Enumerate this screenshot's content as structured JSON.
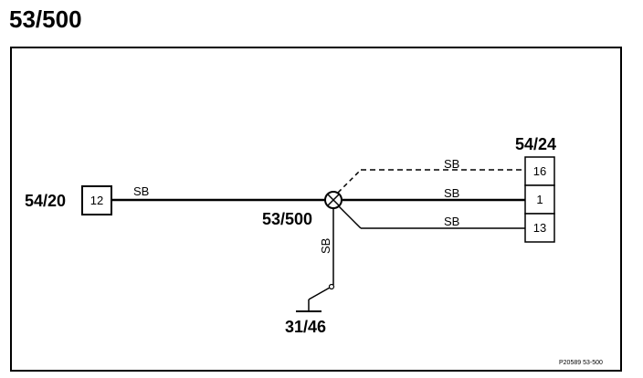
{
  "page": {
    "title": "53/500",
    "footer_ref": "P20589  53-500"
  },
  "colors": {
    "line": "#000000",
    "background": "#ffffff",
    "pin_box_fill": "#ffffff"
  },
  "components": {
    "left_connector": {
      "label": "54/20",
      "pin": "12"
    },
    "splice": {
      "label": "53/500"
    },
    "right_connector": {
      "label": "54/24",
      "pins": [
        "16",
        "1",
        "13"
      ]
    },
    "ground": {
      "label": "31/46"
    }
  },
  "wires": {
    "left": {
      "color_code": "SB"
    },
    "top_dashed": {
      "color_code": "SB"
    },
    "middle": {
      "color_code": "SB"
    },
    "bottom": {
      "color_code": "SB"
    },
    "vertical": {
      "color_code": "SB"
    }
  }
}
